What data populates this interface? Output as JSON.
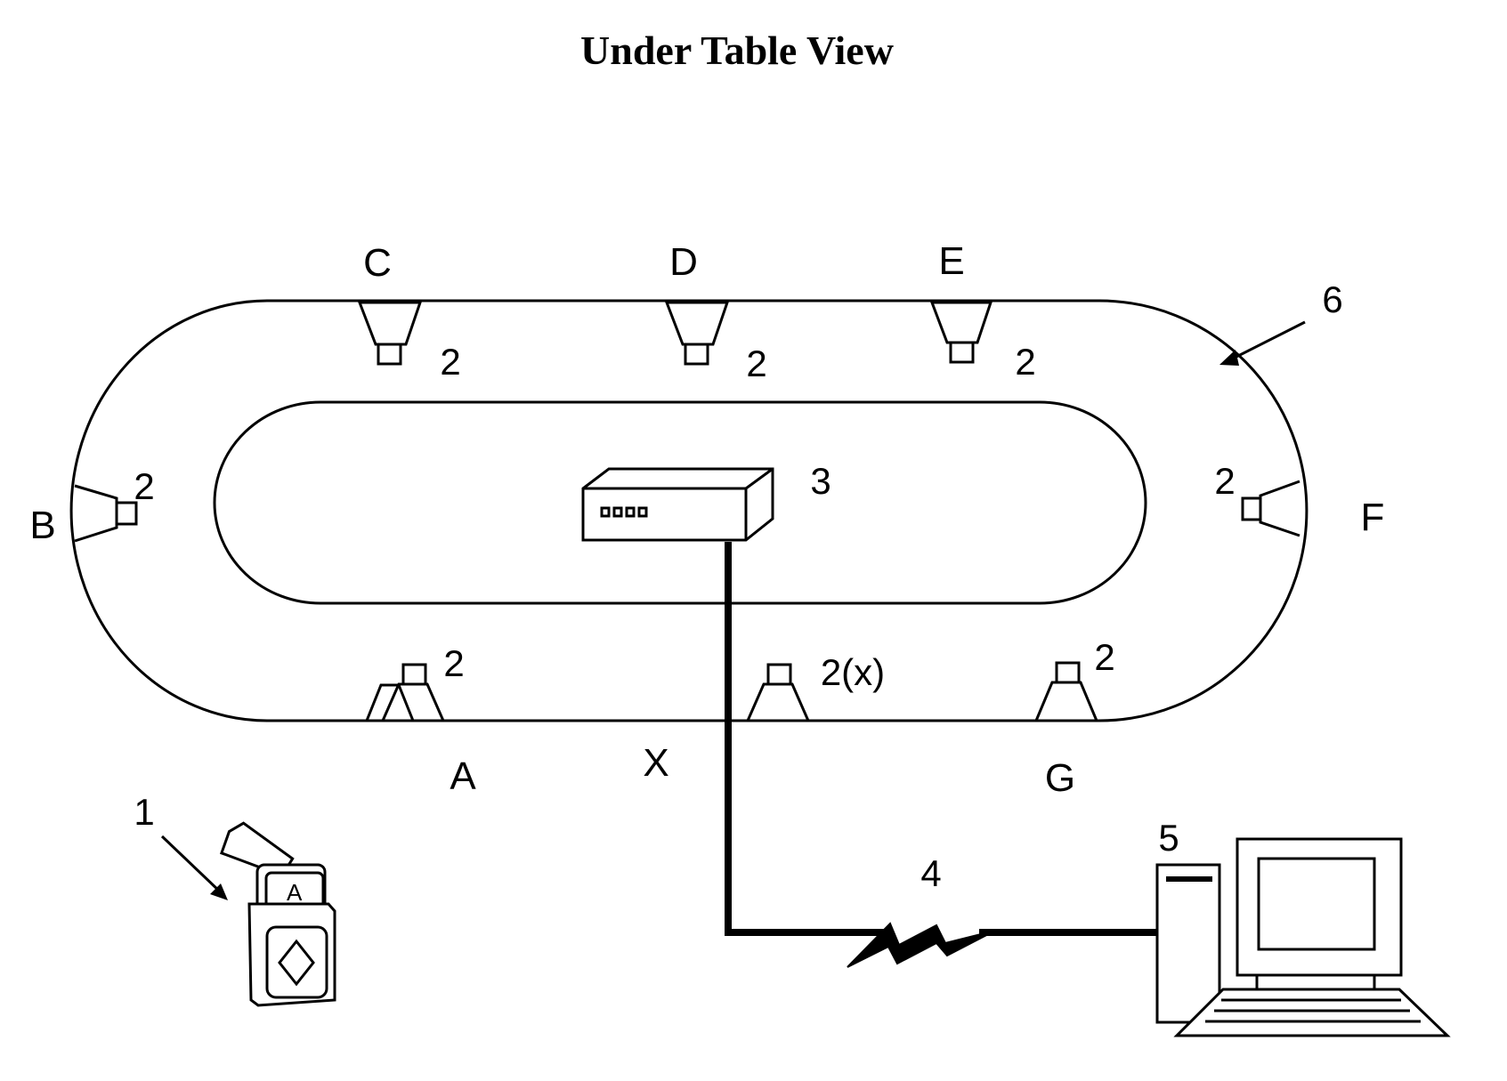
{
  "title": "Under Table View",
  "positions": {
    "a": "A",
    "b": "B",
    "c": "C",
    "d": "D",
    "e": "E",
    "f": "F",
    "g": "G",
    "x": "X"
  },
  "refs": {
    "shoe": "1",
    "sensor": "2",
    "sensor_x": "2(x)",
    "hub": "3",
    "link": "4",
    "computer": "5",
    "table": "6"
  },
  "shoe_card_glyph": "A",
  "icons": [
    "card-shoe-icon",
    "sensor-icon",
    "hub-icon",
    "lightning-icon",
    "computer-icon",
    "arrow-icon"
  ]
}
